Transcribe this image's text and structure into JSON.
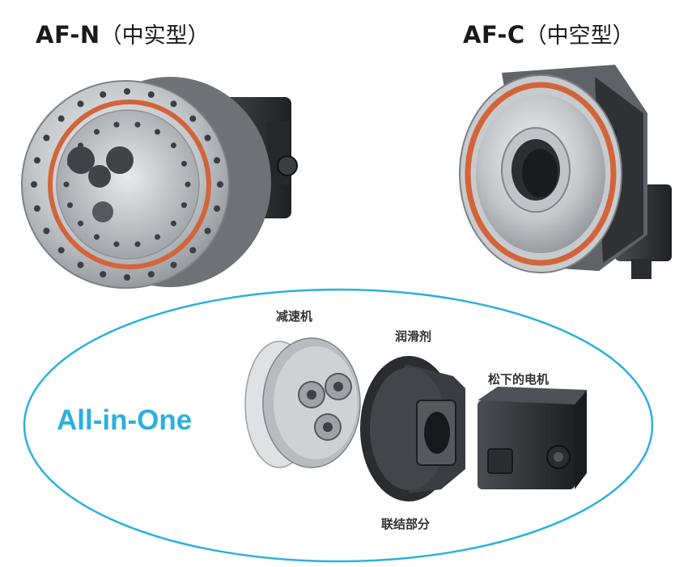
{
  "products": [
    {
      "model": "AF-N",
      "type": "（中实型）"
    },
    {
      "model": "AF-C",
      "type": "（中空型）"
    }
  ],
  "ellipse": {
    "slogan": "All-in-One",
    "labels": {
      "reducer": "减速机",
      "lubricant": "润滑剂",
      "motor": "松下的电机",
      "coupling": "联结部分"
    }
  },
  "colors": {
    "accent": "#2bb0de",
    "orange_ring": "#d2643a",
    "metal": "#b9bcc0",
    "dark": "#2d2f33"
  }
}
